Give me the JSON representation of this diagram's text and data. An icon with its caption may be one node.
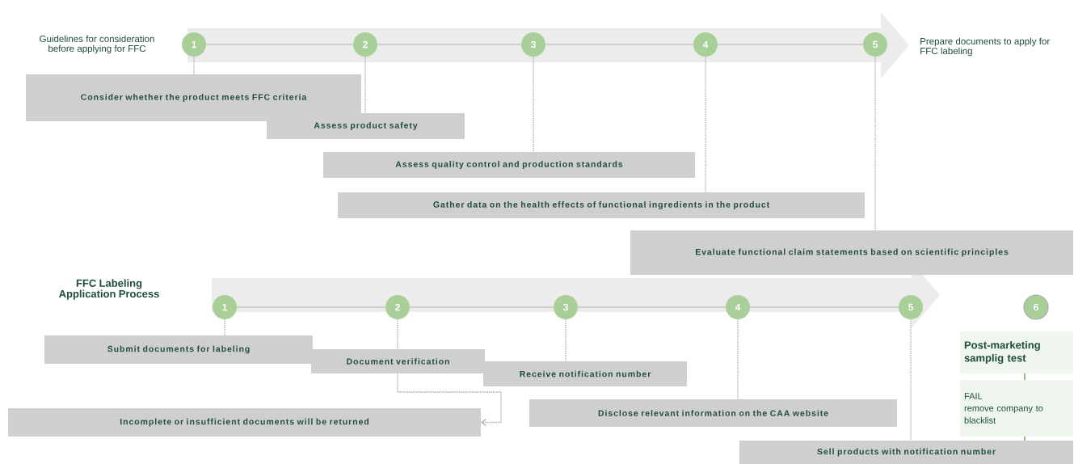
{
  "diagram": {
    "nodes": [
      {
        "text": [
          "1"
        ]
      },
      {
        "text": [
          "2"
        ]
      },
      {
        "text": [
          "3"
        ]
      },
      {
        "text": [
          "4"
        ]
      },
      {
        "text": [
          "5"
        ]
      },
      {
        "text": [
          "Consider whether the product meets FFC criteria"
        ]
      },
      {
        "text": [
          "Assess product safety"
        ]
      },
      {
        "text": [
          "Assess quality control and production standards"
        ]
      },
      {
        "text": [
          "Gather data on the health effects of functional ingredients in the product"
        ]
      },
      {
        "text": [
          "Evaluate functional claim statements based on scientific principles"
        ]
      },
      {
        "text": [
          "1"
        ]
      },
      {
        "text": [
          "2"
        ]
      },
      {
        "text": [
          "3"
        ]
      },
      {
        "text": [
          "4"
        ]
      },
      {
        "text": [
          "5"
        ]
      },
      {
        "text": [
          "6"
        ]
      },
      {
        "text": [
          "Submit documents for labeling"
        ]
      },
      {
        "text": [
          "Document verification"
        ]
      },
      {
        "text": [
          "Receive notification number"
        ]
      },
      {
        "text": [
          "Disclose relevant information on the CAA website"
        ]
      },
      {
        "text": [
          "Sell products with notification number"
        ]
      },
      {
        "text": [
          "Incomplete or insufficient documents will be returned"
        ]
      },
      {
        "text": [
          "Post-marketing samplig test"
        ]
      },
      {
        "text": [
          "FAIL",
          "remove company to blacklist"
        ]
      }
    ],
    "edges": [
      {
        "from": 0,
        "to": 1,
        "arrow": "none"
      },
      {
        "from": 1,
        "to": 2,
        "arrow": "none"
      },
      {
        "from": 2,
        "to": 3,
        "arrow": "none"
      },
      {
        "from": 3,
        "to": 4,
        "arrow": "none"
      },
      {
        "from": 0,
        "to": 5,
        "arrow": "none",
        "style": "dashed"
      },
      {
        "from": 1,
        "to": 6,
        "arrow": "none",
        "style": "dashed"
      },
      {
        "from": 2,
        "to": 7,
        "arrow": "none",
        "style": "dashed"
      },
      {
        "from": 3,
        "to": 8,
        "arrow": "none",
        "style": "dashed"
      },
      {
        "from": 4,
        "to": 9,
        "arrow": "none",
        "style": "dashed"
      },
      {
        "from": 10,
        "to": 11,
        "arrow": "none"
      },
      {
        "from": 11,
        "to": 12,
        "arrow": "none"
      },
      {
        "from": 12,
        "to": 13,
        "arrow": "none"
      },
      {
        "from": 13,
        "to": 14,
        "arrow": "none"
      },
      {
        "from": 10,
        "to": 16,
        "arrow": "none",
        "style": "dashed"
      },
      {
        "from": 11,
        "to": 17,
        "arrow": "none",
        "style": "dashed"
      },
      {
        "from": 12,
        "to": 18,
        "arrow": "none",
        "style": "dashed"
      },
      {
        "from": 13,
        "to": 19,
        "arrow": "none",
        "style": "dashed"
      },
      {
        "from": 14,
        "to": 20,
        "arrow": "none",
        "style": "dashed"
      },
      {
        "from": 17,
        "to": 21,
        "arrow": "to",
        "style": "dashed"
      },
      {
        "from": 22,
        "to": 23,
        "arrow": "none",
        "color": "#7fb069"
      },
      {
        "from": 23,
        "to": 20,
        "arrow": "none",
        "color": "#7fb069"
      }
    ],
    "labels": [
      "Guidelines for consideration before applying for FFC",
      "Prepare documents to apply for FFC labeling",
      "FFC Labeling Application Process"
    ]
  }
}
